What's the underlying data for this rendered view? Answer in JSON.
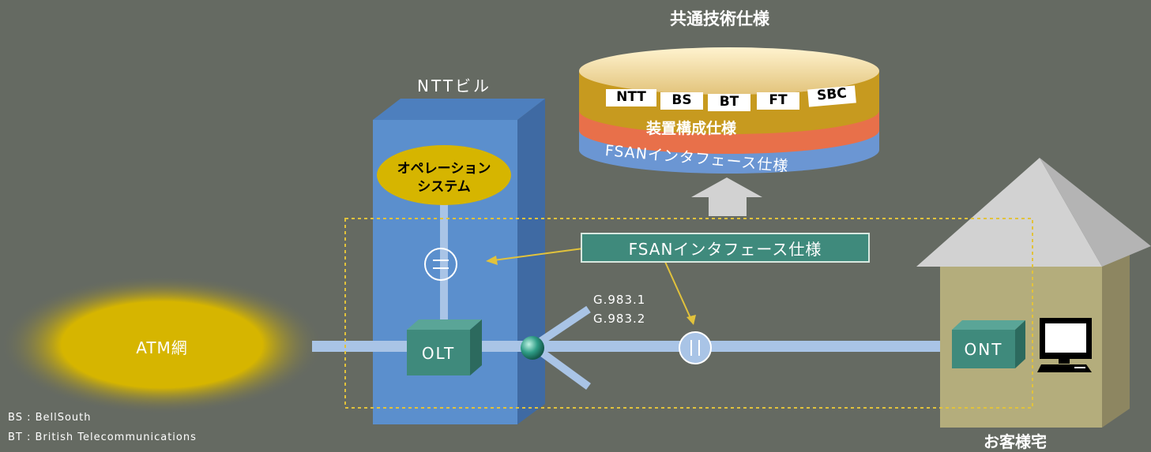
{
  "labels": {
    "common_spec": "共通技術仕様",
    "ntt_building": "NTTビル",
    "operation_system": [
      "オペレーション",
      "システム"
    ],
    "atm_network": "ATM網",
    "olt": "OLT",
    "ont": "ONT",
    "customer_home": "お客様宅",
    "fsan_interface_callout": "FSANインタフェース仕様",
    "g983_1": "G.983.1",
    "g983_2": "G.983.2",
    "operators": [
      "NTT",
      "BS",
      "BT",
      "FT",
      "SBC"
    ],
    "device_config_spec": "装置構成仕様",
    "fsan_interface_layer": "FSANインタフェース仕様"
  },
  "legend": [
    "BS : BellSouth",
    "BT : British Telecommunications"
  ],
  "colors": {
    "background": "#656a62",
    "building_front": "#5b8fcd",
    "building_side": "#3f6aa3",
    "atm_cloud": "#d6b500",
    "olt_ont_box": "#3f8a7c",
    "fiber": "#a9c4e6",
    "house_wall": "#b4ad7c",
    "house_roof": "#d2d2d2",
    "disk_gold": "#c79a1f",
    "disk_red": "#e8704a",
    "disk_blue": "#6b96d3",
    "dashed_boundary": "#e1c23c",
    "callout_box": "#3f8a7c"
  }
}
